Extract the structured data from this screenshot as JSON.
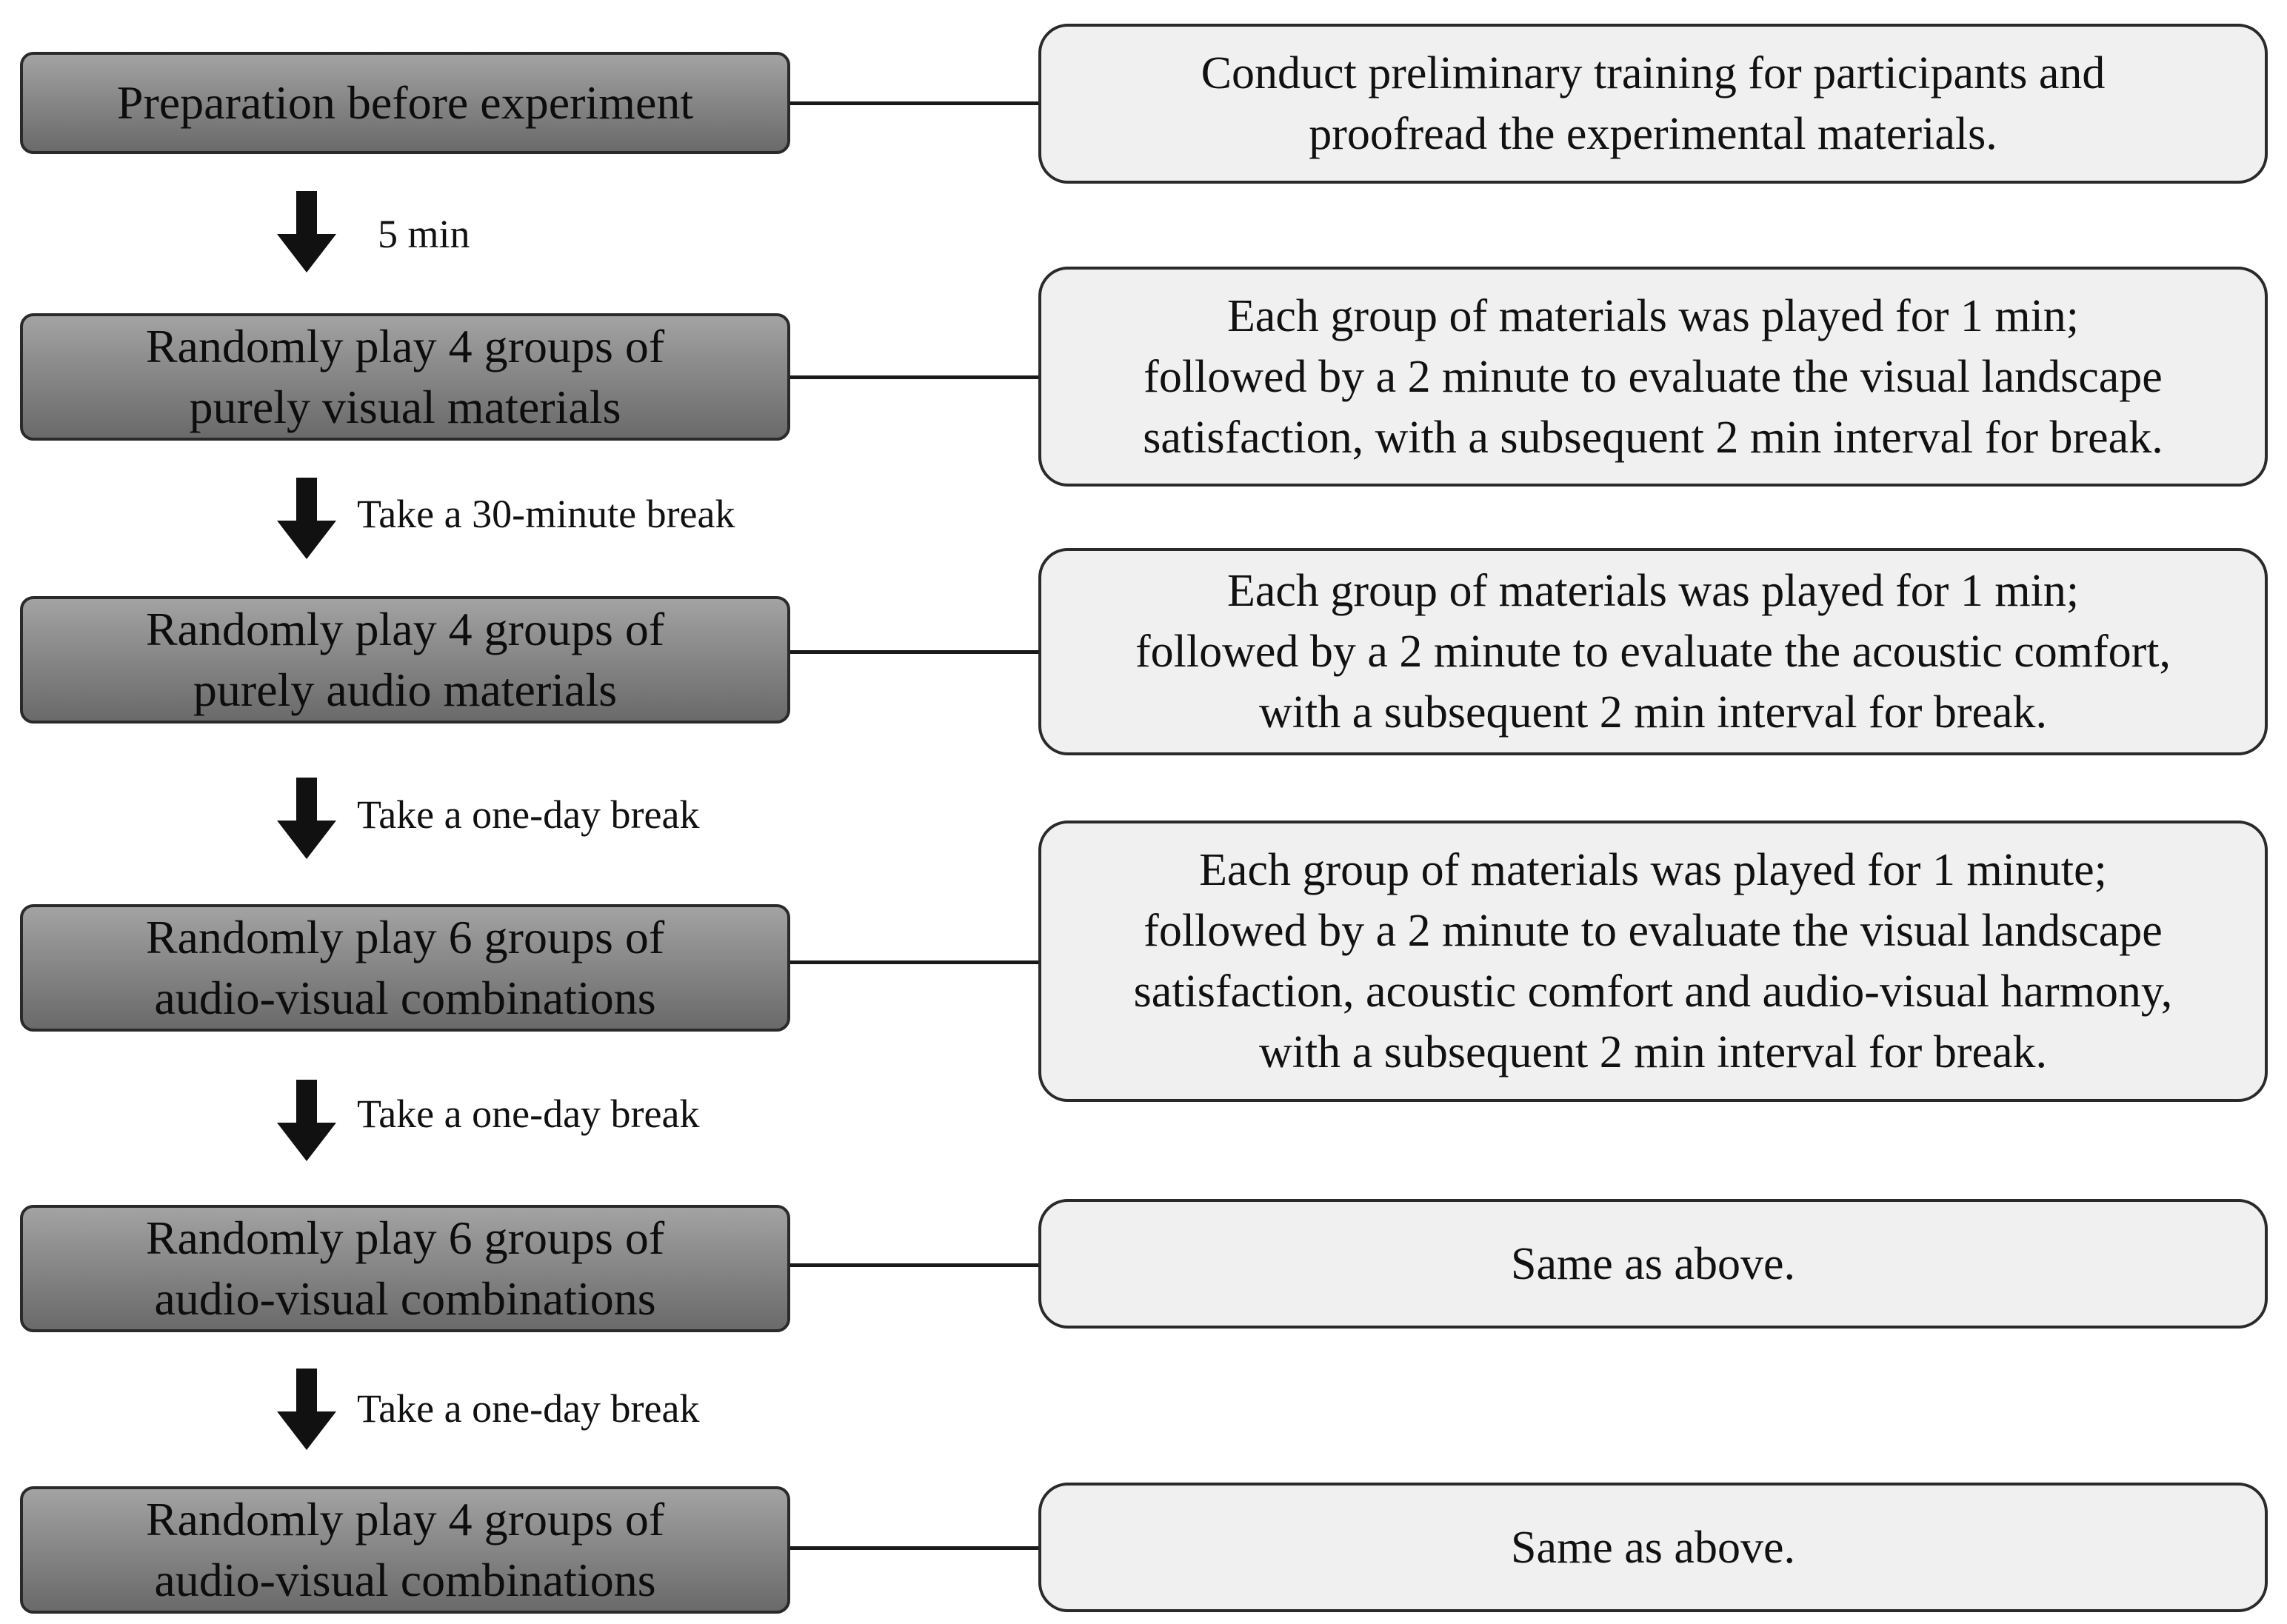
{
  "steps": [
    {
      "lines": [
        "Preparation before experiment"
      ]
    },
    {
      "lines": [
        "Randomly play 4 groups of",
        "purely visual materials"
      ]
    },
    {
      "lines": [
        "Randomly play 4 groups of",
        "purely audio materials"
      ]
    },
    {
      "lines": [
        "Randomly play 6 groups of",
        "audio-visual combinations"
      ]
    },
    {
      "lines": [
        "Randomly play 6 groups of",
        "audio-visual combinations"
      ]
    },
    {
      "lines": [
        "Randomly play 4 groups of",
        "audio-visual combinations"
      ]
    }
  ],
  "notes": [
    {
      "lines": [
        "Conduct preliminary training for participants and",
        "proofread the experimental materials."
      ]
    },
    {
      "lines": [
        "Each group of materials was played for 1 min;",
        "followed by a 2 minute to evaluate the visual landscape",
        "satisfaction, with a subsequent 2 min interval for break."
      ]
    },
    {
      "lines": [
        "Each group of materials was played for 1 min;",
        "followed by a 2 minute to evaluate the acoustic comfort,",
        "with a subsequent 2 min interval for break."
      ]
    },
    {
      "lines": [
        "Each group of materials was played for 1 minute;",
        "followed by a 2 minute to evaluate the visual landscape",
        "satisfaction, acoustic comfort and audio-visual harmony,",
        "with a subsequent 2 min interval for break."
      ]
    },
    {
      "lines": [
        "Same as above."
      ]
    },
    {
      "lines": [
        "Same as above."
      ]
    }
  ],
  "transitions": [
    {
      "label": "5 min"
    },
    {
      "label": "Take a 30-minute break"
    },
    {
      "label": "Take a one-day break"
    },
    {
      "label": "Take a one-day break"
    },
    {
      "label": "Take a one-day break"
    }
  ]
}
